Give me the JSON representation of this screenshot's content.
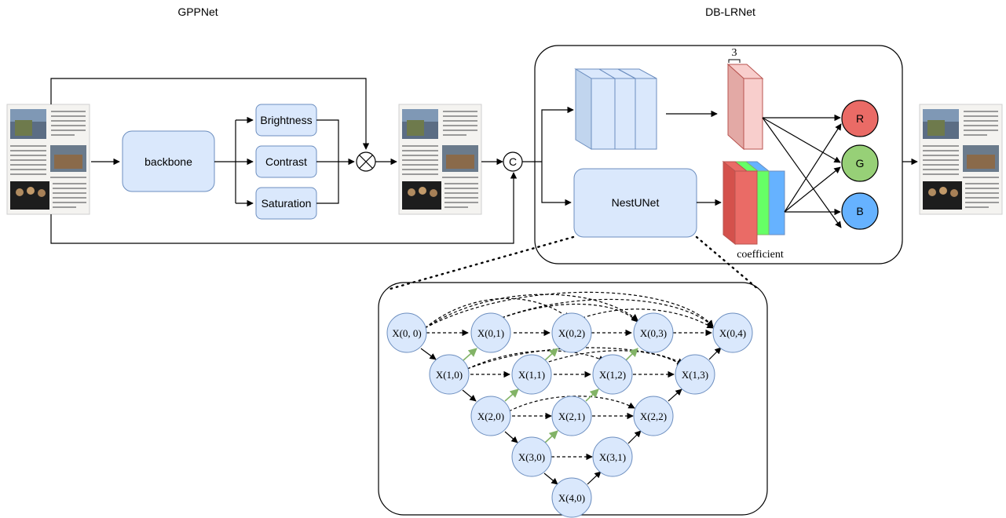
{
  "titles": {
    "left": "GPPNet",
    "right": "DB-LRNet"
  },
  "gppnet": {
    "backbone": "backbone",
    "branches": [
      "Brightness",
      "Contrast",
      "Saturation"
    ],
    "concat_symbol": "C"
  },
  "dblrnet": {
    "nestunet": "NestUNet",
    "channel_count": "3",
    "coefficient": "coefficient",
    "outputs": [
      {
        "label": "R",
        "color": "#ea6b66"
      },
      {
        "label": "G",
        "color": "#97d077"
      },
      {
        "label": "B",
        "color": "#66b2ff"
      }
    ],
    "coefficient_colors": [
      "#ea6b66",
      "#66ff66",
      "#66b2ff"
    ],
    "feature_color": "#dae8fc",
    "kernel_color": "#f8cecc"
  },
  "nestunet_nodes": [
    "X(0, 0)",
    "X(0,1)",
    "X(0,2)",
    "X(0,3)",
    "X(0,4)",
    "X(1,0)",
    "X(1,1)",
    "X(1,2)",
    "X(1,3)",
    "X(2,0)",
    "X(2,1)",
    "X(2,2)",
    "X(3,0)",
    "X(3,1)",
    "X(4,0)"
  ],
  "colors": {
    "node_fill": "#dae8fc",
    "node_stroke": "#6c8ebf",
    "upsample_arrow": "#82b366"
  }
}
